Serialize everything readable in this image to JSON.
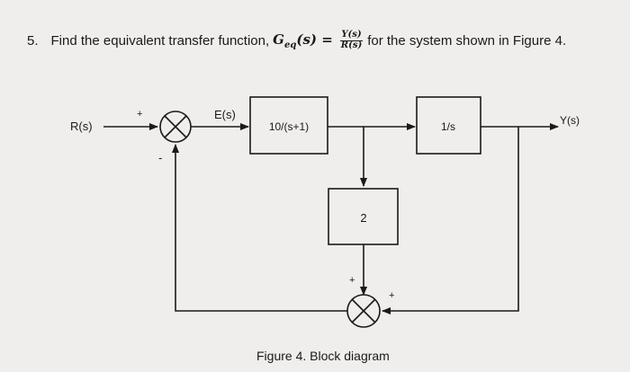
{
  "question": {
    "number": "5.",
    "text_before": "Find the equivalent transfer function,",
    "symbol": "G",
    "subscript": "eq",
    "argument": "(s) =",
    "fraction_numerator": "Y(s)",
    "fraction_denominator": "R(s)",
    "text_after": "for the system shown in Figure 4."
  },
  "diagram": {
    "input_label": "R(s)",
    "error_label": "E(s)",
    "output_label": "Y(s)",
    "block_forward": "10/(s+1)",
    "block_integrator": "1/s",
    "block_gain": "2",
    "sign_top_plus": "+",
    "sign_minus": "-",
    "sign_inner_plus_top": "+",
    "sign_inner_plus_right": "+"
  },
  "caption": "Figure 4. Block diagram"
}
